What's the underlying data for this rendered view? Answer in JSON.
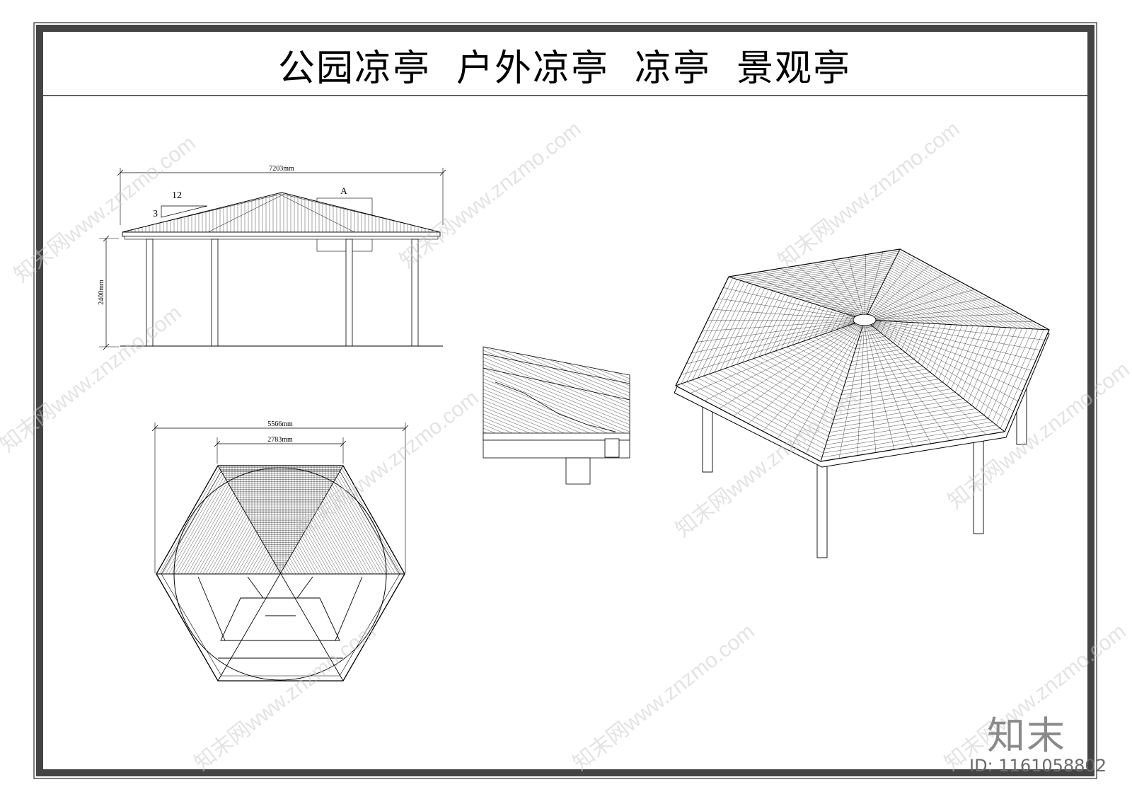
{
  "title": {
    "parts": [
      "公园凉亭",
      "户外凉亭",
      "凉亭",
      "景观亭"
    ]
  },
  "elevation": {
    "width_dim": "7203mm",
    "height_dim": "2400mm",
    "slope_run": "12",
    "slope_rise": "3",
    "detail_tag": "A"
  },
  "plan": {
    "outer_dim": "5566mm",
    "inner_dim": "2783mm"
  },
  "watermark": {
    "text": "知末网www.znzmo.com"
  },
  "brand": {
    "logo_text": "知末",
    "id_text": "ID: 1161058802"
  }
}
